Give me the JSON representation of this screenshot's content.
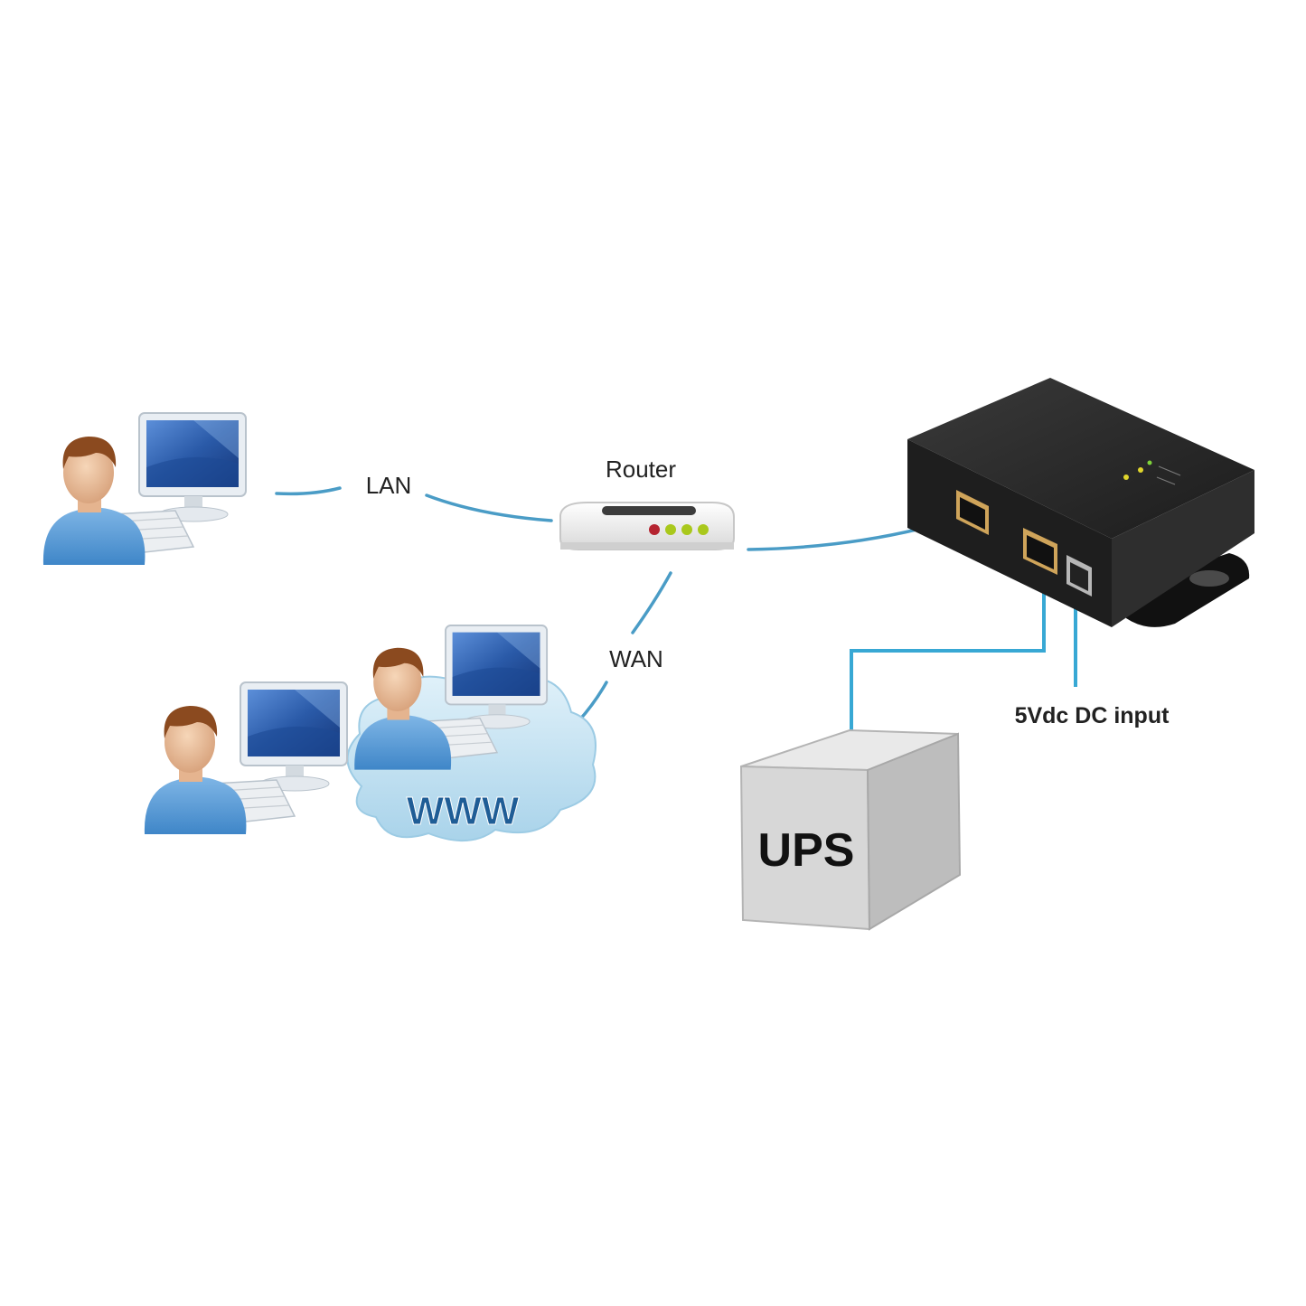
{
  "labels": {
    "lan": "LAN",
    "wan": "WAN",
    "router": "Router",
    "www": "WWW",
    "dc_input": "5Vdc DC input",
    "ups": "UPS"
  },
  "colors": {
    "cable": "#4a9cc6",
    "ups_cable": "#38a8d4",
    "device_body": "#2b2b2b",
    "screen": "#2a5aa8",
    "www_text": "#1f5d96",
    "cloud": "#bfe0f0",
    "ups_front": "#d9d9d9",
    "ups_side": "#bdbdbd"
  },
  "icons": {
    "user_workstation": "user-computer-icon",
    "router": "router-icon",
    "cloud": "internet-cloud-icon",
    "device": "network-adapter-icon",
    "ups": "ups-box-icon"
  }
}
